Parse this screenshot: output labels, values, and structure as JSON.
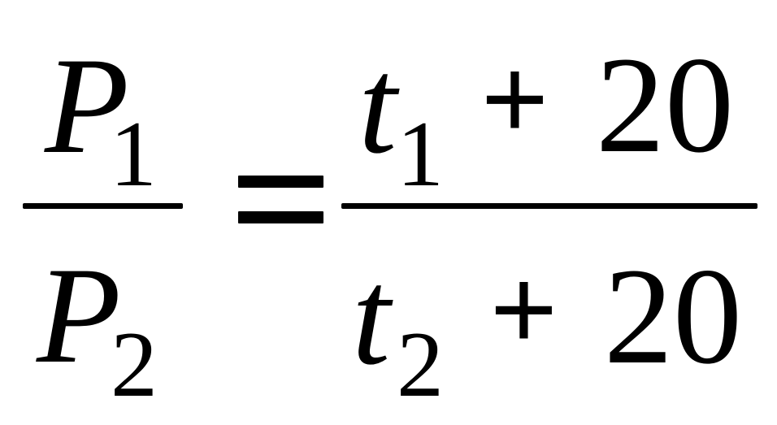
{
  "equation": {
    "left_fraction": {
      "numerator": {
        "variable": "P",
        "subscript": "1"
      },
      "denominator": {
        "variable": "P",
        "subscript": "2"
      }
    },
    "equals": "=",
    "right_fraction": {
      "numerator": {
        "variable": "t",
        "subscript": "1",
        "operator": "+",
        "constant": "20"
      },
      "denominator": {
        "variable": "t",
        "subscript": "2",
        "operator": "+",
        "constant": "20"
      }
    }
  }
}
